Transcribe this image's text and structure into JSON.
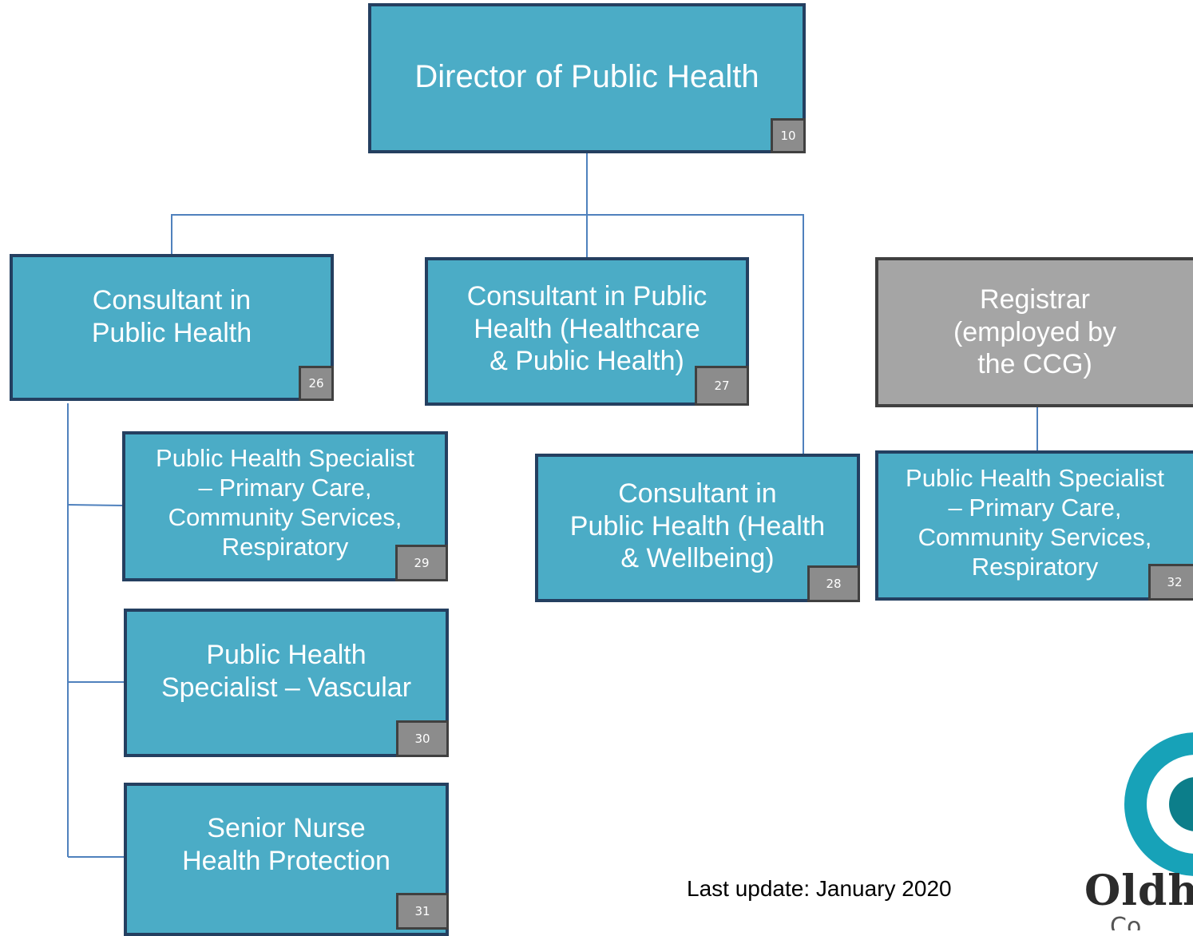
{
  "chart": {
    "nodes": [
      {
        "id": "director",
        "label": "Director of Public Health",
        "badge": "10"
      },
      {
        "id": "consultant-public-health",
        "label": "Consultant in\nPublic Health",
        "badge": "26"
      },
      {
        "id": "consultant-healthcare",
        "label": "Consultant in Public\nHealth (Healthcare\n& Public Health)",
        "badge": "27"
      },
      {
        "id": "registrar",
        "label": "Registrar\n(employed by\nthe CCG)"
      },
      {
        "id": "specialist-primary-care",
        "label": "Public Health Specialist\n– Primary Care,\nCommunity Services,\nRespiratory",
        "badge": "29"
      },
      {
        "id": "consultant-wellbeing",
        "label": "Consultant in\nPublic Health (Health\n& Wellbeing)",
        "badge": "28"
      },
      {
        "id": "specialist-primary-care-registrar",
        "label": "Public Health Specialist\n– Primary Care,\nCommunity Services,\nRespiratory",
        "badge": "32"
      },
      {
        "id": "specialist-vascular",
        "label": "Public Health\nSpecialist – Vascular",
        "badge": "30"
      },
      {
        "id": "senior-nurse",
        "label": "Senior Nurse\nHealth Protection",
        "badge": "31"
      }
    ]
  },
  "footer": {
    "last_update": "Last update: January 2020"
  },
  "logo": {
    "text": "Oldh",
    "subtext": "Co",
    "ring_color": "#17A2B8",
    "accent_color": "#0C7E8A"
  },
  "colors": {
    "box_fill": "#4BACC6",
    "box_border": "#243F60",
    "registrar_fill": "#A5A5A5",
    "connector": "#4F81BD"
  }
}
